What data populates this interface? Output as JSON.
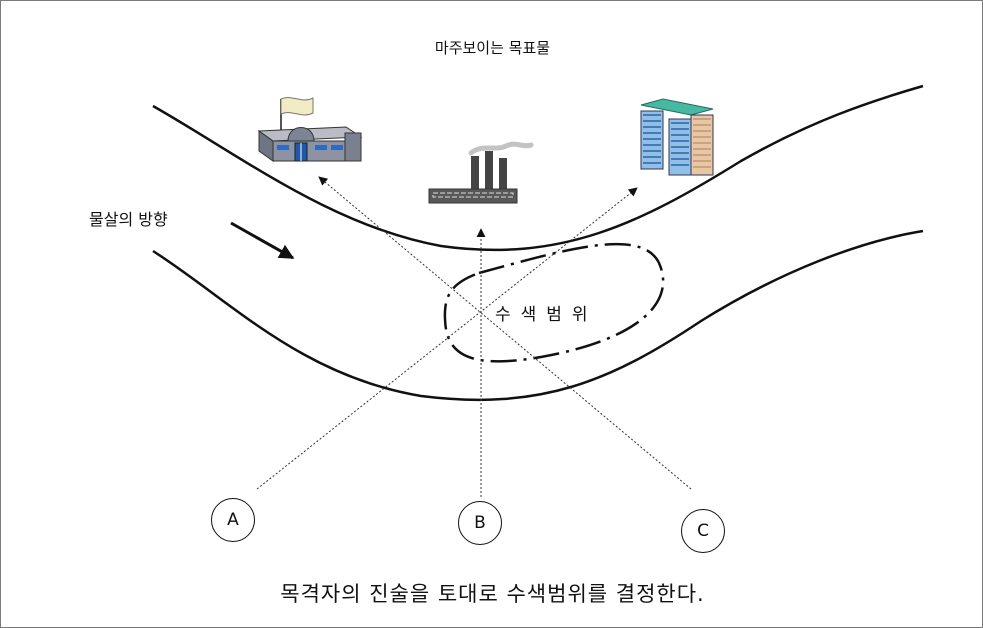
{
  "title": "마주보이는 목표물",
  "flow_direction_label": "물살의 방향",
  "search_area_label": "수색범위",
  "observers": [
    {
      "id": "A"
    },
    {
      "id": "B"
    },
    {
      "id": "C"
    }
  ],
  "caption": "목격자의 진술을 토대로 수색범위를 결정한다.",
  "landmark_icons": [
    "school-building-icon",
    "factory-icon",
    "apartment-icon"
  ]
}
